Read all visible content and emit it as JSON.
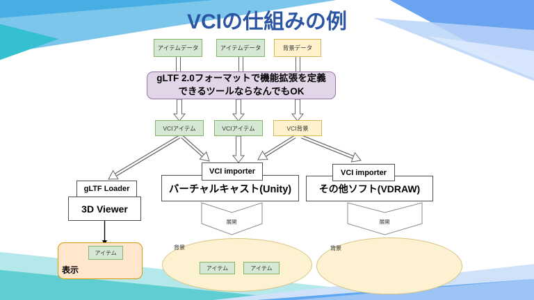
{
  "title": "VCIの仕組みの例",
  "source_row": {
    "item1": "アイテムデータ",
    "item2": "アイテムデータ",
    "background": "背景データ"
  },
  "tool_box": {
    "line1": "gLTF 2.0フォーマットで機能拡張を定義",
    "line2": "できるツールならなんでもOK"
  },
  "vci_row": {
    "item1": "VCIアイテム",
    "item2": "VCIアイテム",
    "background": "VCI背景"
  },
  "left_branch": {
    "loader": "gLTF Loader",
    "viewer": "3D Viewer",
    "display_label": "表示",
    "display_item": "アイテム"
  },
  "middle_branch": {
    "importer": "VCI importer",
    "app": "バーチャルキャスト(Unity)",
    "expand": "展開",
    "scene_label": "背景",
    "scene_items": [
      "アイテム",
      "アイテム"
    ]
  },
  "right_branch": {
    "importer": "VCI importer",
    "app": "その他ソフト(VDRAW)",
    "expand": "展開",
    "scene_label": "背景"
  },
  "colors": {
    "title": "#2b55a2",
    "green_fill": "#d5e8d4",
    "green_border": "#82b366",
    "yellow_fill": "#fff2cc",
    "yellow_border": "#d6b656",
    "purple_fill": "#e1d5e7",
    "purple_border": "#9673a6",
    "orange_fill": "#ffe6cc",
    "orange_border": "#d79b00",
    "ellipse_fill": "#fcf2d1",
    "ellipse_border": "#d9c27e",
    "deco_cyan": "#46aee2",
    "deco_blue": "#6aa3f0",
    "deco_teal": "#5fced2"
  }
}
